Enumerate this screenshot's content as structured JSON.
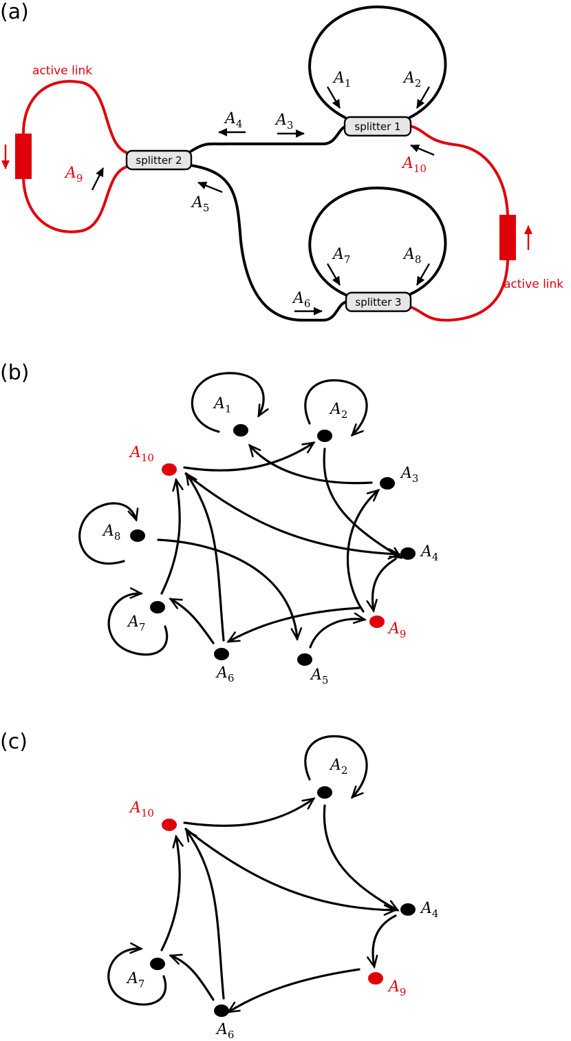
{
  "panels": {
    "a": {
      "label": "(a)",
      "splitters": [
        "splitter 1",
        "splitter 2",
        "splitter 3"
      ],
      "active_link_labels": [
        "active link",
        "active link"
      ],
      "signals": [
        {
          "base": "A",
          "sub": "1",
          "color": "#000000"
        },
        {
          "base": "A",
          "sub": "2",
          "color": "#000000"
        },
        {
          "base": "A",
          "sub": "3",
          "color": "#000000"
        },
        {
          "base": "A",
          "sub": "4",
          "color": "#000000"
        },
        {
          "base": "A",
          "sub": "5",
          "color": "#000000"
        },
        {
          "base": "A",
          "sub": "6",
          "color": "#000000"
        },
        {
          "base": "A",
          "sub": "7",
          "color": "#000000"
        },
        {
          "base": "A",
          "sub": "8",
          "color": "#000000"
        },
        {
          "base": "A",
          "sub": "9",
          "color": "#e0000a"
        },
        {
          "base": "A",
          "sub": "10",
          "color": "#e0000a"
        }
      ]
    },
    "b": {
      "label": "(b)",
      "nodes": [
        {
          "id": "A1",
          "base": "A",
          "sub": "1",
          "color": "#000000"
        },
        {
          "id": "A2",
          "base": "A",
          "sub": "2",
          "color": "#000000"
        },
        {
          "id": "A3",
          "base": "A",
          "sub": "3",
          "color": "#000000"
        },
        {
          "id": "A4",
          "base": "A",
          "sub": "4",
          "color": "#000000"
        },
        {
          "id": "A5",
          "base": "A",
          "sub": "5",
          "color": "#000000"
        },
        {
          "id": "A6",
          "base": "A",
          "sub": "6",
          "color": "#000000"
        },
        {
          "id": "A7",
          "base": "A",
          "sub": "7",
          "color": "#000000"
        },
        {
          "id": "A8",
          "base": "A",
          "sub": "8",
          "color": "#000000"
        },
        {
          "id": "A9",
          "base": "A",
          "sub": "9",
          "color": "#e0000a"
        },
        {
          "id": "A10",
          "base": "A",
          "sub": "10",
          "color": "#e0000a"
        }
      ],
      "edges": [
        [
          "A1",
          "A1"
        ],
        [
          "A2",
          "A2"
        ],
        [
          "A7",
          "A7"
        ],
        [
          "A8",
          "A8"
        ],
        [
          "A10",
          "A2"
        ],
        [
          "A3",
          "A1"
        ],
        [
          "A2",
          "A4"
        ],
        [
          "A10",
          "A4"
        ],
        [
          "A4",
          "A9"
        ],
        [
          "A9",
          "A3"
        ],
        [
          "A8",
          "A5"
        ],
        [
          "A5",
          "A9"
        ],
        [
          "A9",
          "A6"
        ],
        [
          "A6",
          "A7"
        ],
        [
          "A6",
          "A10"
        ],
        [
          "A7",
          "A10"
        ]
      ]
    },
    "c": {
      "label": "(c)",
      "nodes": [
        {
          "id": "A2",
          "base": "A",
          "sub": "2",
          "color": "#000000"
        },
        {
          "id": "A4",
          "base": "A",
          "sub": "4",
          "color": "#000000"
        },
        {
          "id": "A6",
          "base": "A",
          "sub": "6",
          "color": "#000000"
        },
        {
          "id": "A7",
          "base": "A",
          "sub": "7",
          "color": "#000000"
        },
        {
          "id": "A9",
          "base": "A",
          "sub": "9",
          "color": "#e0000a"
        },
        {
          "id": "A10",
          "base": "A",
          "sub": "10",
          "color": "#e0000a"
        }
      ],
      "edges": [
        [
          "A2",
          "A2"
        ],
        [
          "A7",
          "A7"
        ],
        [
          "A10",
          "A2"
        ],
        [
          "A2",
          "A4"
        ],
        [
          "A10",
          "A4"
        ],
        [
          "A4",
          "A9"
        ],
        [
          "A9",
          "A6"
        ],
        [
          "A6",
          "A7"
        ],
        [
          "A6",
          "A10"
        ],
        [
          "A7",
          "A10"
        ]
      ]
    }
  },
  "colors": {
    "active": "#e0000a",
    "passive": "#000000",
    "splitter_fill": "#e6e6e6"
  }
}
